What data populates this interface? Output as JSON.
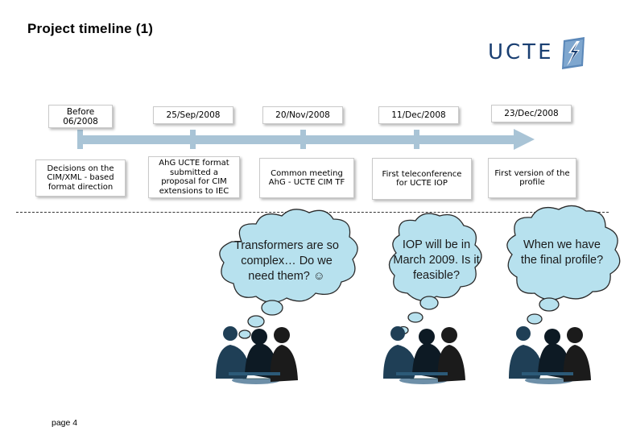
{
  "title": "Project timeline (1)",
  "logo": {
    "text": "UCTE",
    "brand_color": "#1a3f72"
  },
  "timeline": {
    "milestones": [
      {
        "date": "Before 06/2008",
        "description": "Decisions on the CIM/XML - based format direction"
      },
      {
        "date": "25/Sep/2008",
        "description": "AhG UCTE format submitted a proposal for CIM extensions to IEC"
      },
      {
        "date": "20/Nov/2008",
        "description": "Common meeting AhG - UCTE CIM TF"
      },
      {
        "date": "11/Dec/2008",
        "description": "First teleconference for UCTE IOP"
      },
      {
        "date": "23/Dec/2008",
        "description": "First version of the profile"
      }
    ],
    "line_color": "#a9c4d6"
  },
  "bubbles": [
    {
      "text": "Transformers are so complex… Do we need them? ☺"
    },
    {
      "text": "IOP will be in March 2009. Is it feasible?"
    },
    {
      "text": "When we have the final profile?"
    }
  ],
  "bubble_color": "#b7e1ee",
  "icons": [
    "meeting-people-icon"
  ],
  "footer": {
    "page": "page 4"
  }
}
